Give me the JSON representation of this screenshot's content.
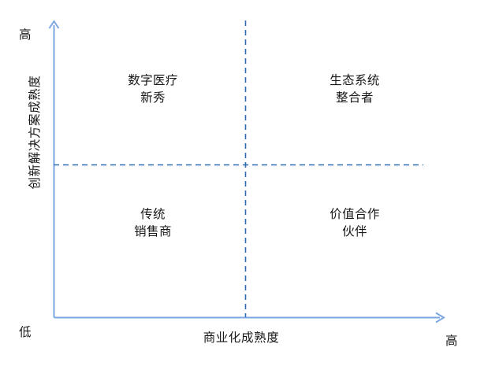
{
  "chart_data": {
    "type": "scatter",
    "title": "",
    "subtitle": "",
    "xlabel": "商业化成熟度",
    "ylabel": "创新解决方案成熟度",
    "grid": false,
    "legend": "none",
    "axis_endpoints": {
      "y_high": "高",
      "y_low": "低",
      "x_high": "高",
      "x_low": ""
    },
    "quadrants": [
      {
        "id": "top-left",
        "position": "high-innovation / low-commercialization",
        "lines": [
          "数字医疗",
          "新秀"
        ],
        "label": "数字医疗新秀"
      },
      {
        "id": "top-right",
        "position": "high-innovation / high-commercialization",
        "lines": [
          "生态系统",
          "整合者"
        ],
        "label": "生态系统整合者"
      },
      {
        "id": "bottom-left",
        "position": "low-innovation / low-commercialization",
        "lines": [
          "传统",
          "销售商"
        ],
        "label": "传统销售商"
      },
      {
        "id": "bottom-right",
        "position": "low-innovation / high-commercialization",
        "lines": [
          "价值合作",
          "伙伴"
        ],
        "label": "价值合作伙伴"
      }
    ],
    "colors": {
      "axis": "#7ba7e0",
      "divider": "#2e6db4",
      "text": "#171717",
      "background": "#ffffff"
    }
  }
}
